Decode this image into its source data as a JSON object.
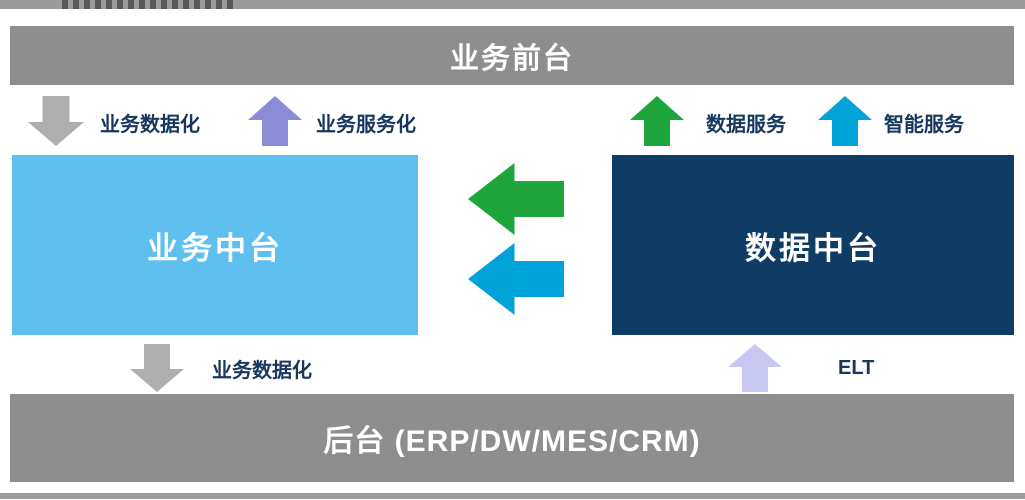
{
  "colors": {
    "banner_gray": "#8E8E8E",
    "arrow_gray": "#AFAFAF",
    "arrow_purple": "#8B8BD8",
    "arrow_green": "#1EA53C",
    "arrow_cyan": "#00A2D8",
    "arrow_lavender": "#C7C7F2",
    "box_business_blue": "#5FC0F0",
    "box_data_navy": "#0E3C64",
    "label_navy": "#17375E"
  },
  "banners": {
    "front": {
      "label": "业务前台"
    },
    "back": {
      "label": "后台 (ERP/DW/MES/CRM)"
    }
  },
  "platforms": {
    "business": {
      "label": "业务中台"
    },
    "data": {
      "label": "数据中台"
    }
  },
  "flows": {
    "business_datafication_top": {
      "label": "业务数据化",
      "direction": "down"
    },
    "business_servicification": {
      "label": "业务服务化",
      "direction": "up"
    },
    "data_service": {
      "label": "数据服务",
      "direction": "up"
    },
    "intelligent_service": {
      "label": "智能服务",
      "direction": "up"
    },
    "data_to_business_primary": {
      "direction": "left"
    },
    "data_to_business_secondary": {
      "direction": "left"
    },
    "business_datafication_bottom": {
      "label": "业务数据化",
      "direction": "down"
    },
    "elt": {
      "label": "ELT",
      "direction": "up"
    }
  }
}
